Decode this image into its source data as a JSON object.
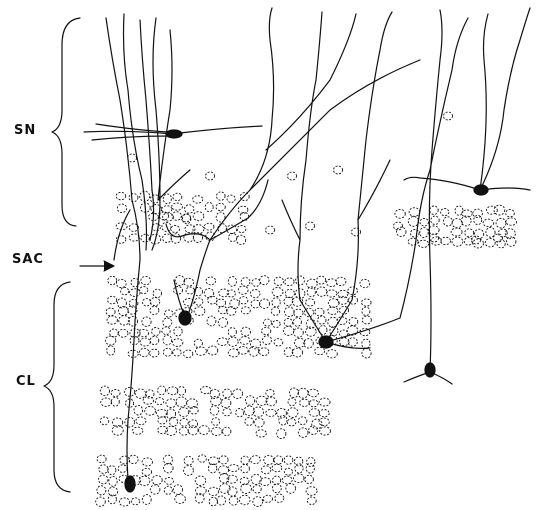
{
  "labels": {
    "sn": "SN",
    "sac": "SAC",
    "cl": "CL"
  },
  "colors": {
    "ink": "#111111",
    "background": "#ffffff"
  }
}
